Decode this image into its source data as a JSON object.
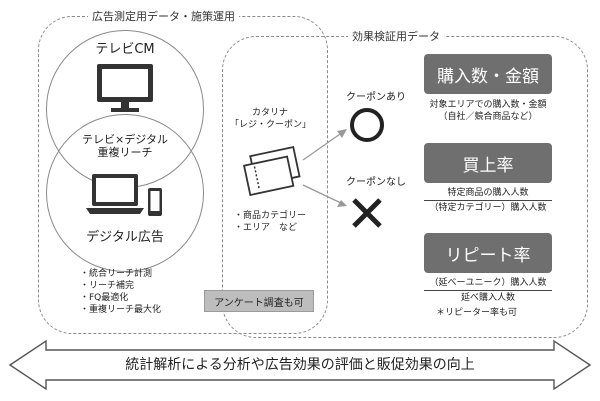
{
  "regions": {
    "ad_measurement_label": "広告測定用データ・施策運用",
    "effect_verification_label": "効果検証用データ"
  },
  "tv_cm": {
    "label": "テレビCM"
  },
  "overlap": {
    "line1": "テレビ×デジタル",
    "line2": "重複リーチ"
  },
  "digital_ad": {
    "label": "デジタル広告"
  },
  "digital_bullets": [
    "・統合リーチ計測",
    "・リーチ補完",
    "・FQ最適化",
    "・重複リーチ最大化"
  ],
  "catalina": {
    "line1": "カタリナ",
    "line2": "「レジ・クーポン」"
  },
  "coupon_bullets": [
    "・商品カテゴリー",
    "・エリア　など"
  ],
  "survey": {
    "label": "アンケート調査も可"
  },
  "coupon_yes": {
    "label": "クーポンあり"
  },
  "coupon_no": {
    "label": "クーポンなし"
  },
  "metrics": {
    "purchase": {
      "title": "購入数・金額",
      "desc_line1": "対象エリアでの購入数・金額",
      "desc_line2": "（自社／競合商品など）"
    },
    "buy_rate": {
      "title": "買上率",
      "numerator": "特定商品の購入人数",
      "denominator": "（特定カテゴリー）購入人数"
    },
    "repeat_rate": {
      "title": "リピート率",
      "numerator": "（延べーユニーク）購入人数",
      "denominator": "延べ購入人数",
      "note": "＊リピーター率も可"
    }
  },
  "bottom_banner": "統計解析による分析や広告効果の評価と販促効果の向上",
  "colors": {
    "metric_box": "#6f6f6f",
    "icon": "#333333",
    "dashed_border": "#8a8a8a",
    "survey_box": "#bdbdbd"
  }
}
